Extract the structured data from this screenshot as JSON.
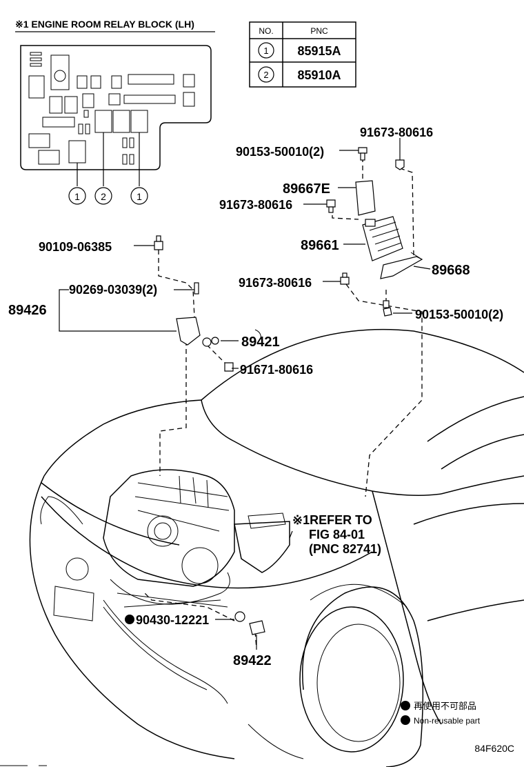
{
  "relay_block": {
    "title": "※1  ENGINE ROOM RELAY BLOCK (LH)",
    "callouts": [
      "1",
      "2",
      "1"
    ]
  },
  "pnc_table": {
    "headers": [
      "NO.",
      "PNC"
    ],
    "rows": [
      {
        "no": "1",
        "pnc": "85915A"
      },
      {
        "no": "2",
        "pnc": "85910A"
      }
    ]
  },
  "parts": {
    "p_91673_80616_top": "91673-80616",
    "p_90153_50010_top": "90153-50010(2)",
    "p_89667E": "89667E",
    "p_91673_80616_mid": "91673-80616",
    "p_89661": "89661",
    "p_89668": "89668",
    "p_91673_80616_low": "91673-80616",
    "p_90153_50010_low": "90153-50010(2)",
    "p_90109_06385": "90109-06385",
    "p_90269_03039": "90269-03039(2)",
    "p_89426": "89426",
    "p_89421": "89421",
    "p_91671_80616": "91671-80616",
    "refer_line1": "※1REFER TO",
    "refer_line2": "FIG 84-01",
    "refer_line3": "(PNC 82741)",
    "p_90430_12221": "90430-12221",
    "p_89422": "89422"
  },
  "legend": {
    "jp": "再使用不可部品",
    "en": "Non-reusable part"
  },
  "figure_code": "84F620C",
  "colors": {
    "ink": "#000000",
    "paper": "#ffffff"
  }
}
